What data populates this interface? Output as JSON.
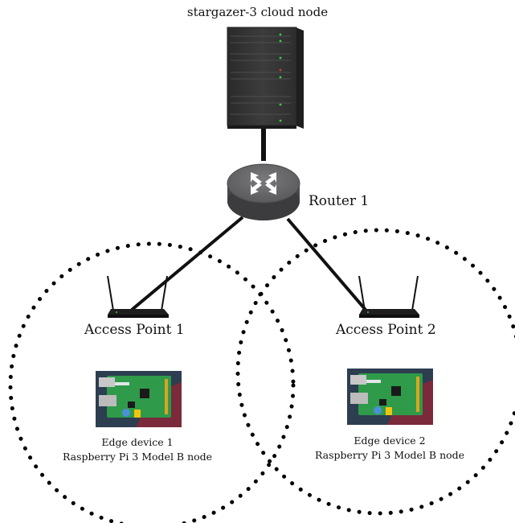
{
  "cloud_node": {
    "label": "stargazer-3 cloud node",
    "icon": "server-rack-icon"
  },
  "router": {
    "label": "Router 1",
    "icon": "router-icon"
  },
  "access_points": [
    {
      "label": "Access Point 1",
      "icon": "wifi-access-point-icon"
    },
    {
      "label": "Access Point 2",
      "icon": "wifi-access-point-icon"
    }
  ],
  "edge_devices": [
    {
      "name": "Edge device 1",
      "model": "Raspberry Pi 3 Model B node",
      "icon": "raspberry-pi-board-icon"
    },
    {
      "name": "Edge device 2",
      "model": "Raspberry Pi 3 Model B node",
      "icon": "raspberry-pi-board-icon"
    }
  ],
  "colors": {
    "server_body": "#3a3a3a",
    "server_led_green": "#3ecf3e",
    "server_led_red": "#d23c3c",
    "router_body": "#6c6c6e",
    "link_line": "#111111",
    "coverage_dots": "#000000",
    "pcb_green": "#2f9a4a",
    "pcb_background": "#2c3e50",
    "pcb_background_accent": "#7a2a3a"
  }
}
